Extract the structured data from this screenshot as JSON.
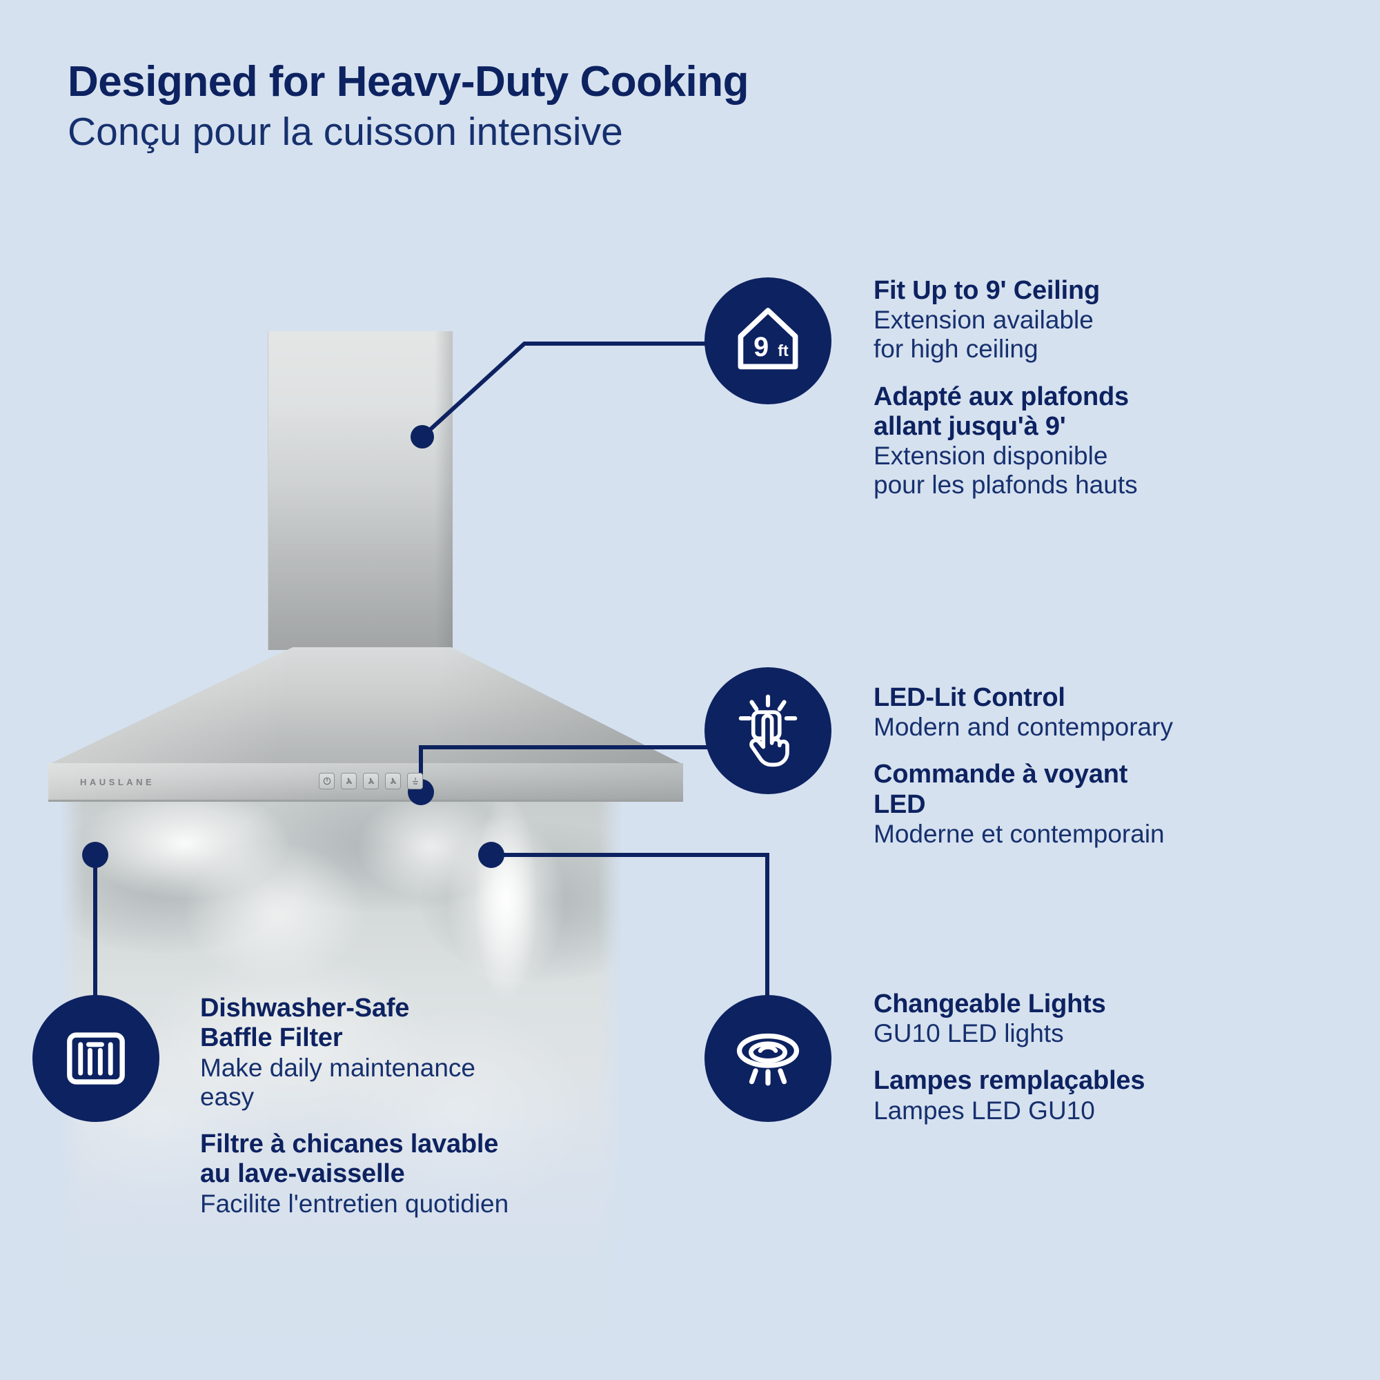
{
  "header": {
    "title_en": "Designed for Heavy-Duty Cooking",
    "title_fr": "Conçu pour la cuisson intensive"
  },
  "colors": {
    "background": "#d6e1ef",
    "navy": "#0d2260",
    "navy_text": "#16306e",
    "stainless": "#c6c9c9"
  },
  "product": {
    "brand": "HAUSLANE",
    "control_buttons": [
      {
        "name": "power-button",
        "icon": "power-icon"
      },
      {
        "name": "fan-speed-1-button",
        "icon": "fan-icon"
      },
      {
        "name": "fan-speed-2-button",
        "icon": "fan-icon"
      },
      {
        "name": "fan-speed-3-button",
        "icon": "fan-icon"
      },
      {
        "name": "light-button",
        "icon": "light-icon"
      }
    ]
  },
  "features": [
    {
      "id": "ceiling",
      "icon": "house-9ft-icon",
      "icon_label": "9",
      "icon_unit": "ft",
      "title_en": "Fit Up to 9' Ceiling",
      "sub_en_l1": "Extension available",
      "sub_en_l2": "for high ceiling",
      "title_fr_l1": "Adapté aux plafonds",
      "title_fr_l2": "allant jusqu'à 9'",
      "sub_fr_l1": "Extension disponible",
      "sub_fr_l2": "pour les plafonds hauts"
    },
    {
      "id": "led-control",
      "icon": "touch-hand-icon",
      "title_en": "LED-Lit Control",
      "sub_en_l1": "Modern and contemporary",
      "sub_en_l2": "",
      "title_fr_l1": "Commande à voyant",
      "title_fr_l2": "LED",
      "sub_fr_l1": "Moderne et contemporain",
      "sub_fr_l2": ""
    },
    {
      "id": "baffle-filter",
      "icon": "baffle-filter-icon",
      "title_en_l1": "Dishwasher-Safe",
      "title_en_l2": "Baffle Filter",
      "sub_en_l1": "Make daily maintenance",
      "sub_en_l2": "easy",
      "title_fr_l1": "Filtre à chicanes lavable",
      "title_fr_l2": "au lave-vaisselle",
      "sub_fr_l1": "Facilite l'entretien quotidien",
      "sub_fr_l2": ""
    },
    {
      "id": "changeable-lights",
      "icon": "ceiling-light-icon",
      "title_en": "Changeable Lights",
      "sub_en_l1": "GU10 LED lights",
      "sub_en_l2": "",
      "title_fr_l1": "Lampes remplaçables",
      "title_fr_l2": "",
      "sub_fr_l1": "Lampes LED GU10",
      "sub_fr_l2": ""
    }
  ]
}
